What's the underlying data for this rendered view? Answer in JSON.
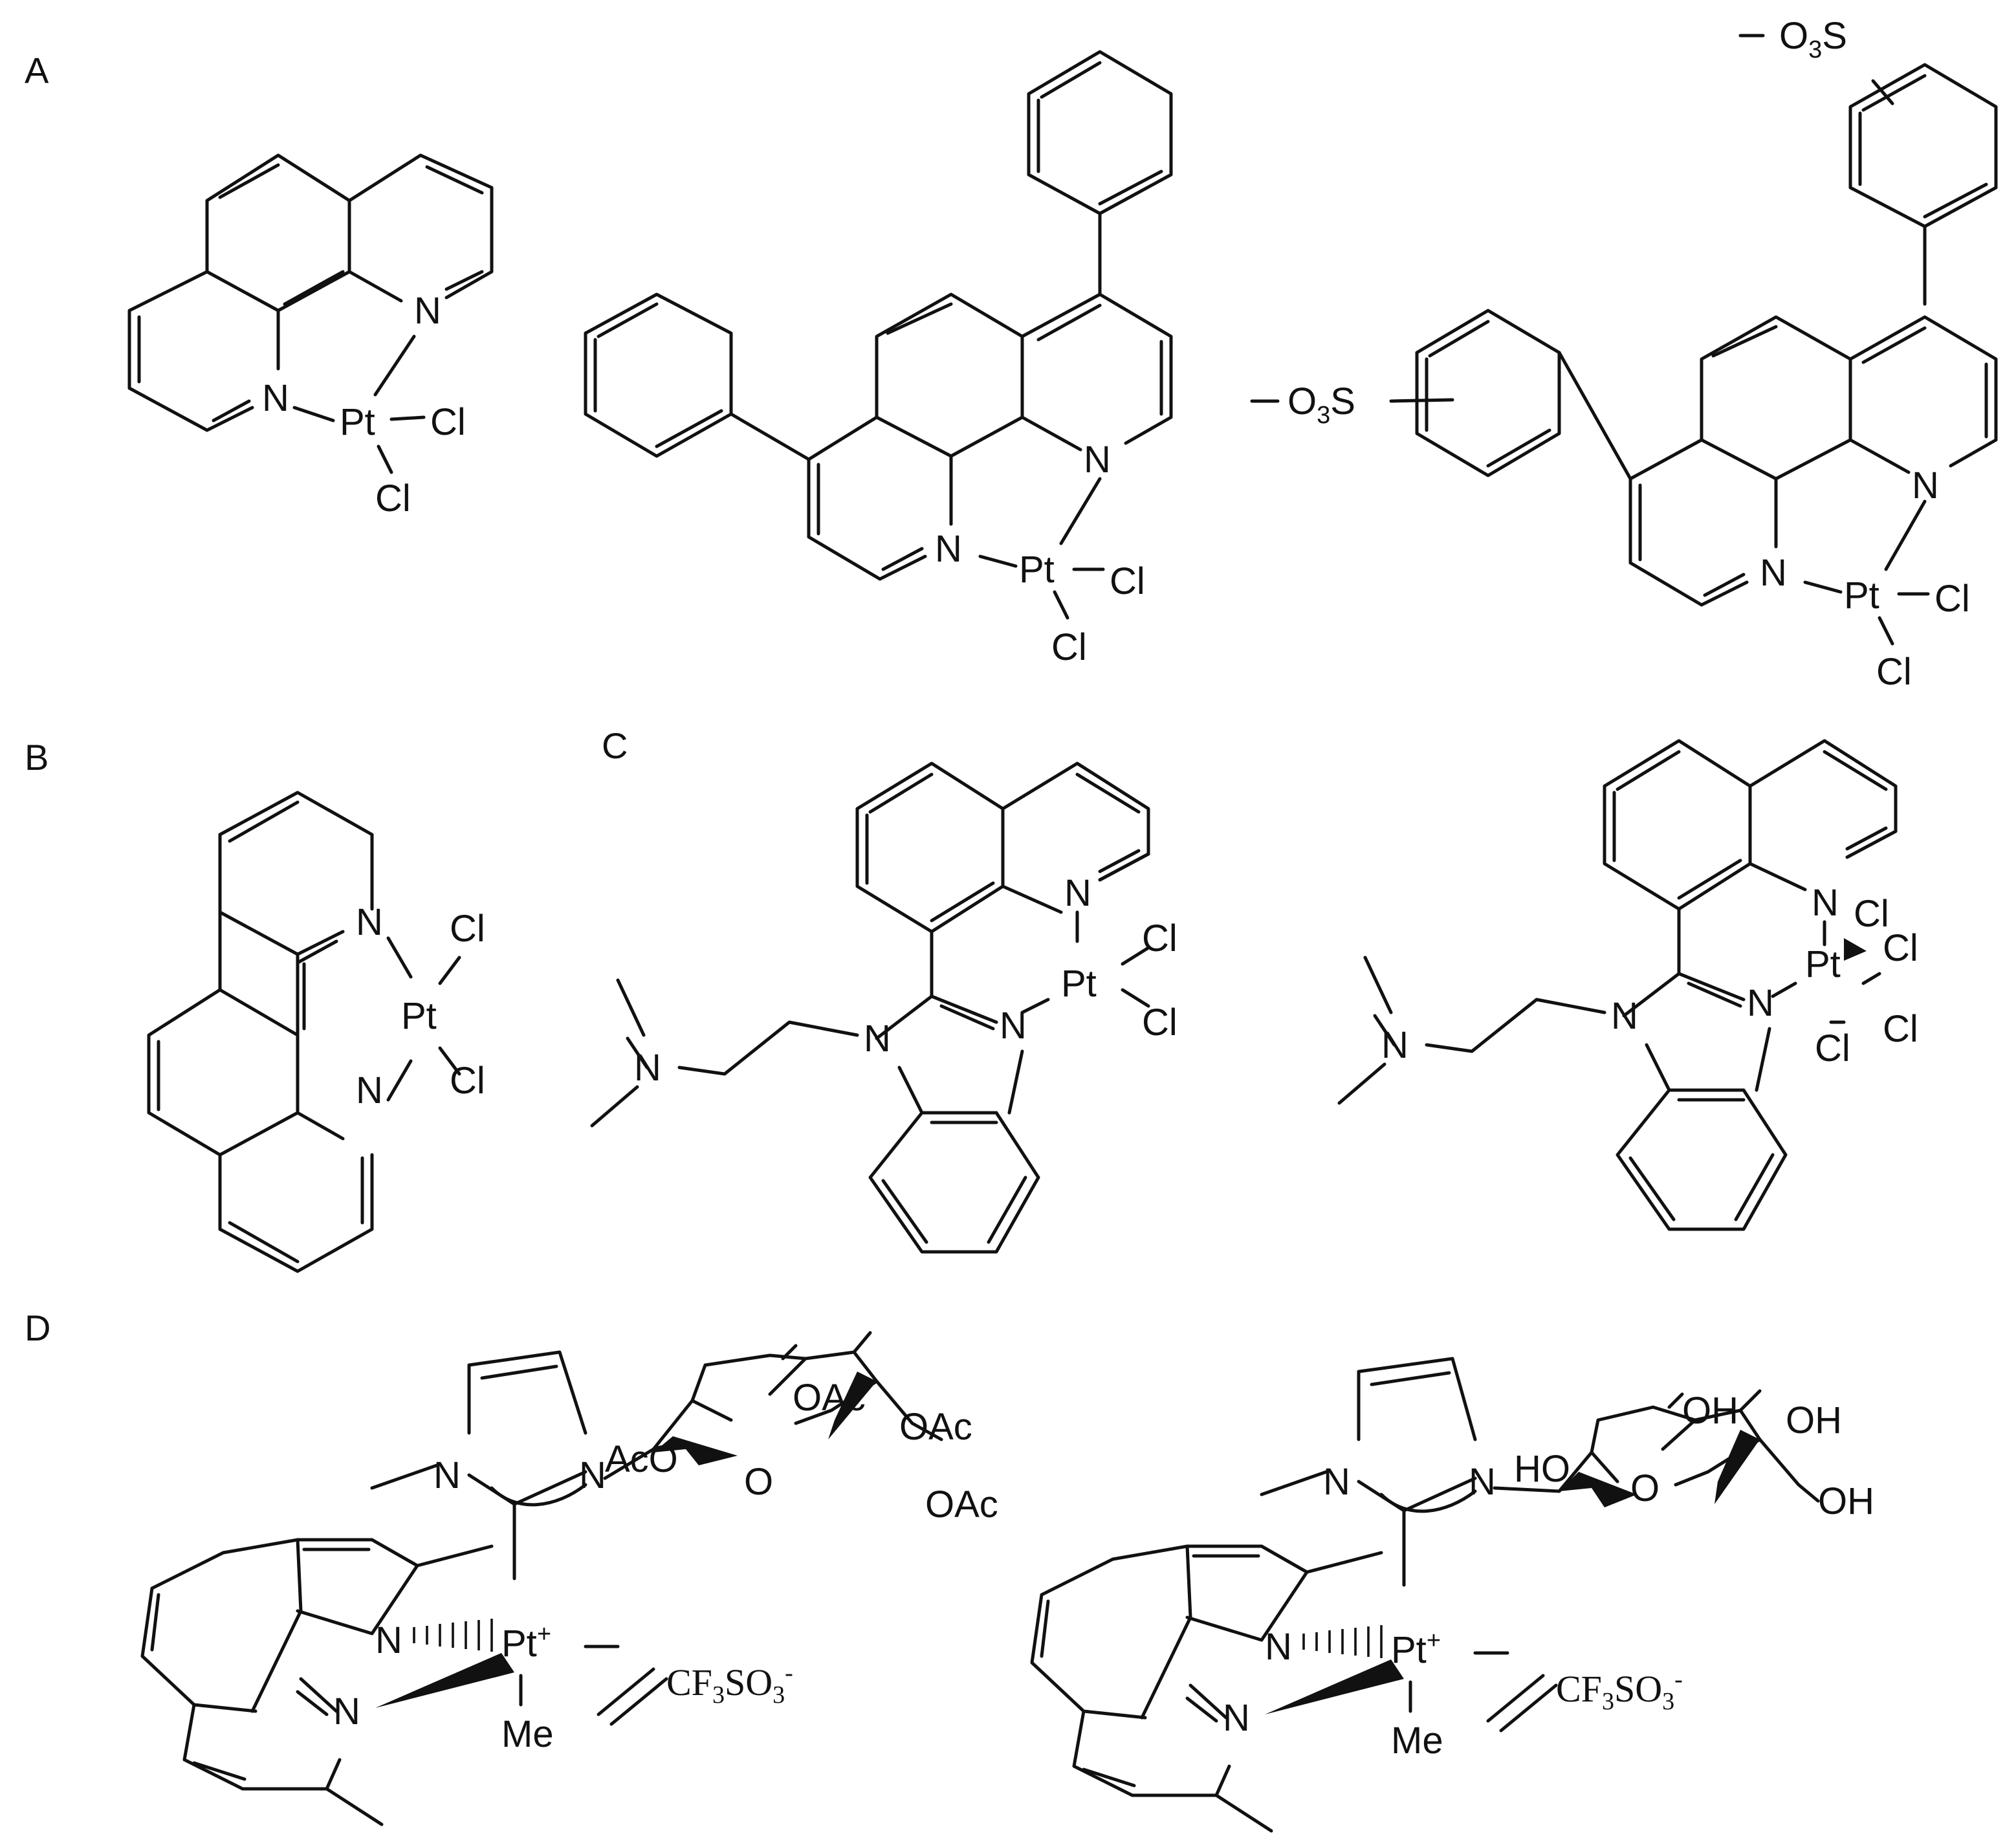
{
  "panel_labels": {
    "a": "A",
    "b": "B",
    "c": "C",
    "d": "D"
  },
  "atoms": {
    "n": "N",
    "pt": "Pt",
    "cl": "Cl",
    "o": "O",
    "me": "Me",
    "oac": "OAc",
    "aco": "AcO",
    "oh": "OH",
    "ho": "HO",
    "pt_plus_base": "Pt",
    "plus": "+"
  },
  "sulfonate": {
    "prefix": "O",
    "sub": "3",
    "suffix": "S"
  },
  "counterion": {
    "cf": "CF",
    "sub1": "3",
    "so": "SO",
    "sub2": "3",
    "charge": "-"
  }
}
